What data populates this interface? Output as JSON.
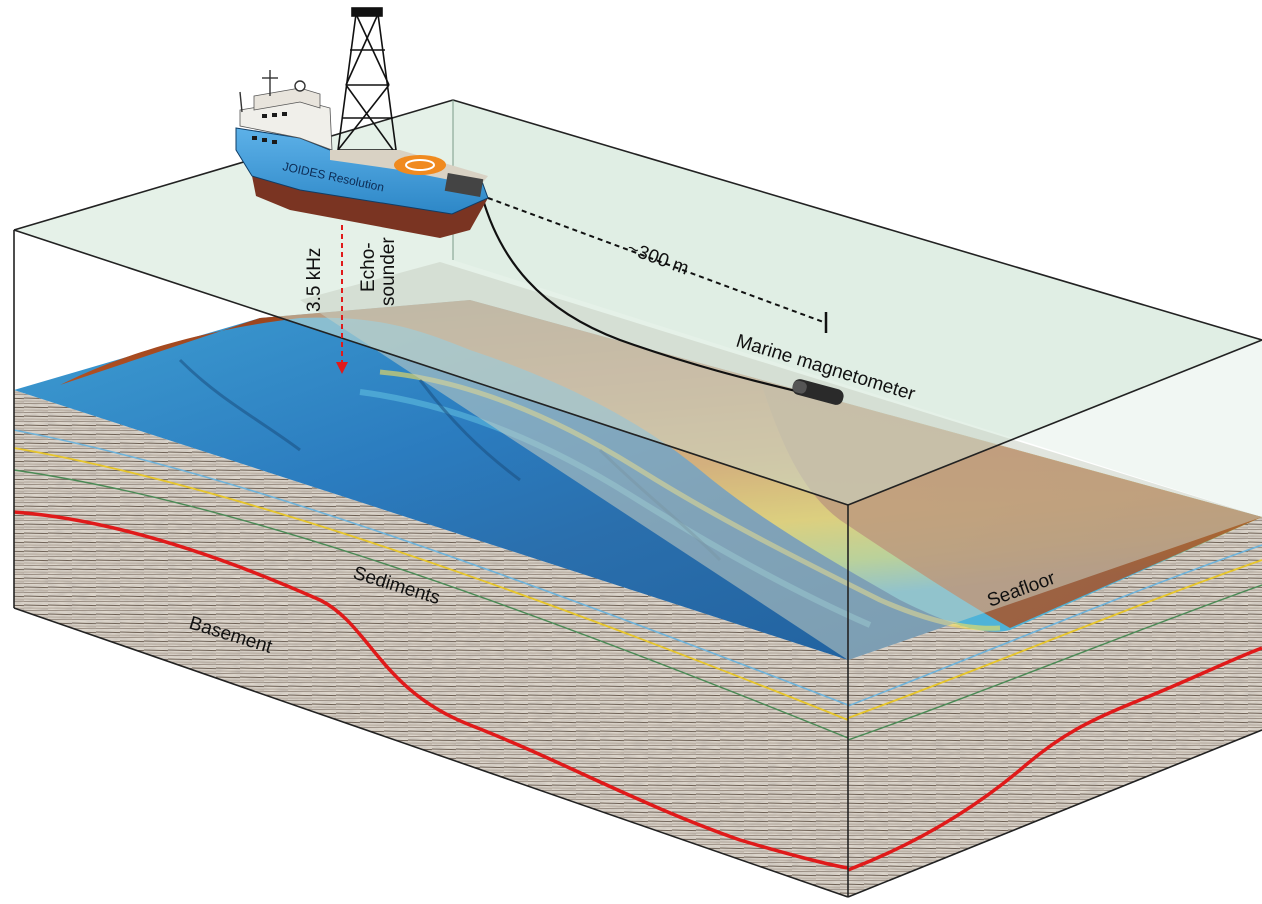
{
  "diagram": {
    "vessel_name": "JOIDES Resolution",
    "echosounder": {
      "frequency": "3.5 kHz",
      "label_line1": "Echo-",
      "label_line2": "sounder"
    },
    "tow_distance": "~300 m",
    "magnetometer_label": "Marine magnetometer",
    "layers": {
      "sediments": "Sediments",
      "basement": "Basement",
      "seafloor": "Seafloor"
    }
  },
  "colors": {
    "water": "#cfe5d6",
    "ship_hull": "#3b98d6",
    "ship_keel": "#7a3422",
    "basement_reflector": "#e01a1a",
    "echo_ray": "#e01a1a",
    "seafloor_shallow": "#b5401d",
    "seafloor_mid": "#f1c22c",
    "seafloor_deep": "#1f78b4"
  }
}
